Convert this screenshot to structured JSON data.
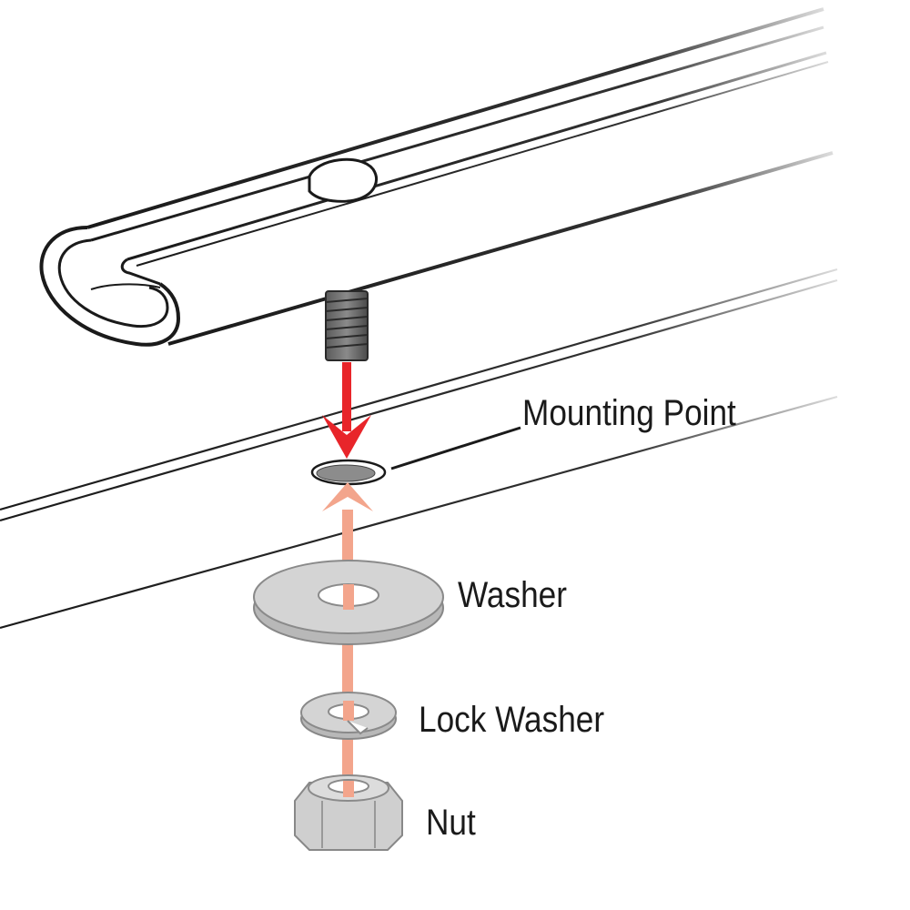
{
  "labels": {
    "mounting_point": "Mounting Point",
    "washer": "Washer",
    "lock_washer": "Lock Washer",
    "nut": "Nut"
  },
  "colors": {
    "insert_arrow": "#e8252a",
    "assembly_arrow": "#f3a58c",
    "hardware_fill": "#cfcfcf",
    "hardware_stroke": "#888888",
    "outline": "#1a1a1a"
  },
  "icons": {
    "crossbar": "crossbar-icon",
    "bolt": "bolt-icon",
    "mounting_hole": "mounting-hole-icon",
    "washer": "washer-icon",
    "lock_washer": "lock-washer-icon",
    "nut": "nut-icon"
  }
}
